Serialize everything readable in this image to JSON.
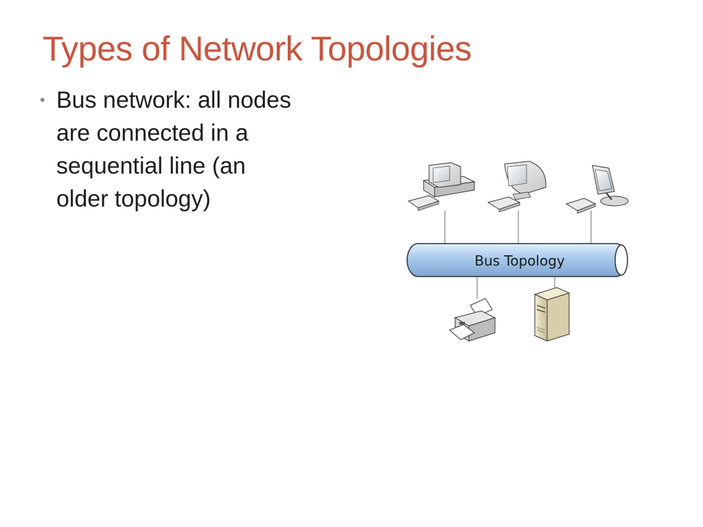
{
  "slide": {
    "title": "Types of Network Topologies",
    "title_color": "#c8553d",
    "bullets": [
      {
        "line1": "Bus network: all nodes",
        "line2": "are connected in a",
        "line3": "sequential line (an",
        "line4": "older topology)"
      }
    ]
  },
  "diagram": {
    "bus_label": "Bus Topology",
    "bus_color": "#a8c8ea",
    "nodes_top": [
      "computer-icon",
      "computer-icon",
      "computer-icon"
    ],
    "nodes_bottom": [
      "printer-icon",
      "server-icon"
    ]
  }
}
